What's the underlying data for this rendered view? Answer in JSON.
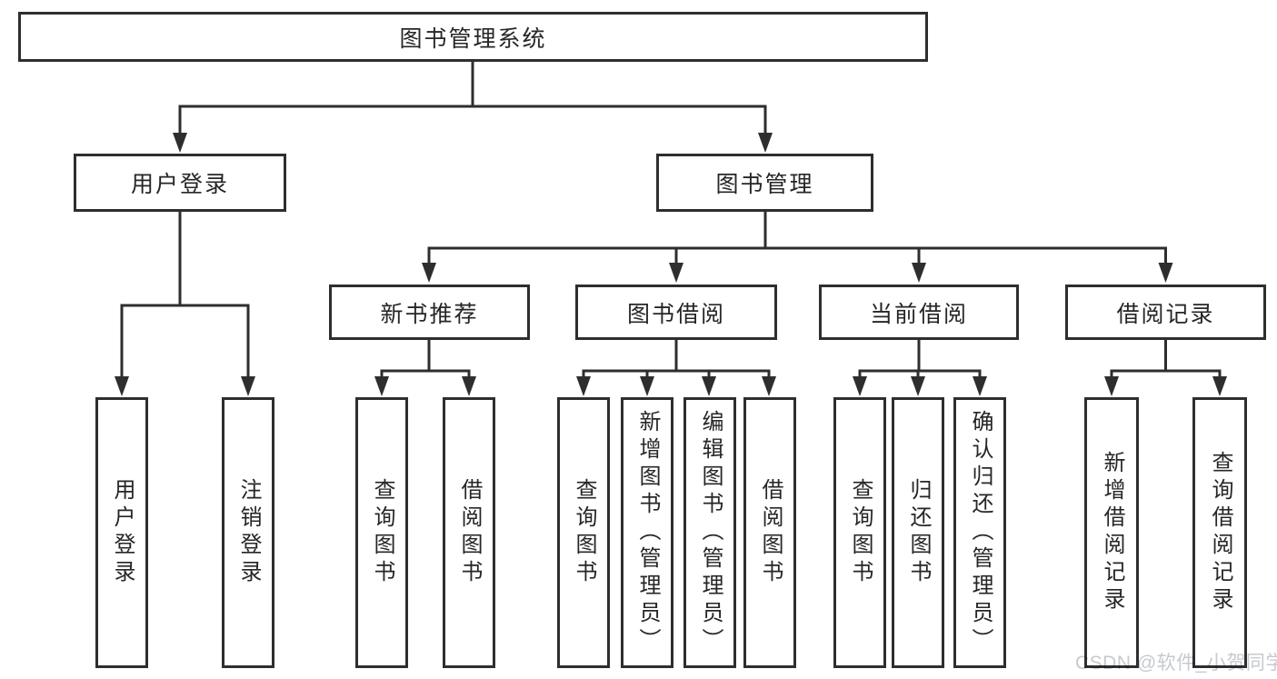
{
  "diagram": {
    "type": "tree",
    "line_color": "#2e2e2e",
    "box_fill": "#ffffff",
    "text_color": "#262626",
    "tree": {
      "label": "图书管理系统",
      "children": [
        {
          "label": "用户登录",
          "children": [
            {
              "label": "用户登录"
            },
            {
              "label": "注销登录"
            }
          ]
        },
        {
          "label": "图书管理",
          "children": [
            {
              "label": "新书推荐",
              "children": [
                {
                  "label": "查询图书"
                },
                {
                  "label": "借阅图书"
                }
              ]
            },
            {
              "label": "图书借阅",
              "children": [
                {
                  "label": "查询图书"
                },
                {
                  "label": "新增图书（管理员）"
                },
                {
                  "label": "编辑图书（管理员）"
                },
                {
                  "label": "借阅图书"
                }
              ]
            },
            {
              "label": "当前借阅",
              "children": [
                {
                  "label": "查询图书"
                },
                {
                  "label": "归还图书"
                },
                {
                  "label": "确认归还（管理员）"
                }
              ]
            },
            {
              "label": "借阅记录",
              "children": [
                {
                  "label": "新增借阅记录"
                },
                {
                  "label": "查询借阅记录"
                }
              ]
            }
          ]
        }
      ]
    }
  },
  "watermark": {
    "text": "CSDN @软件_小贺同学",
    "color": "#c6cacf"
  }
}
